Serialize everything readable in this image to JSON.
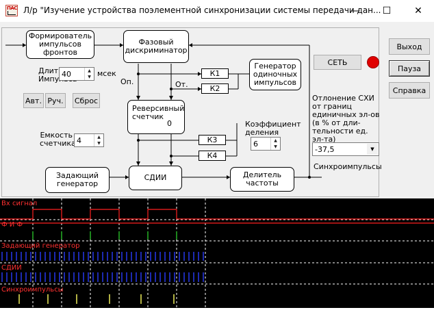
{
  "window": {
    "title": "Л/р  \"Изучение устройства поэлементной синхронизации системы передачи дан...",
    "icon": "app-icon",
    "minimize_glyph": "—",
    "maximize_glyph": "☐",
    "close_glyph": "✕"
  },
  "blocks": {
    "shaper": "Формирователь импульсов фронтов",
    "phase_disc": "Фазовый дискриминатор",
    "generator_single": "Генератор одиночных импульсов",
    "reversible_counter": "Реверсивный счетчик",
    "counter_value": "0",
    "master_gen": "Задающий генератор",
    "sdii": "СДИИ",
    "freq_divider": "Делитель частоты"
  },
  "keys": {
    "k1": "К1",
    "k2": "К2",
    "k3": "К3",
    "k4": "К4"
  },
  "labels": {
    "op_left": "Оп.",
    "ot_right": "От.",
    "sync_pulses": "Синхроимпульсы",
    "deviation": "Отлонение СХИ от границ единичных эл-ов (в % от дли-тельности  ед. эл-та)",
    "coef_div": "Коэффициент деления",
    "pulse_dur": "Длит. Импульса",
    "msec": "мсек",
    "capacity": "Емкость счетчика"
  },
  "inputs": {
    "pulse_duration": "40",
    "counter_capacity": "4",
    "division_coef": "6",
    "deviation_value": "-37,5"
  },
  "buttons": {
    "auto": "Авт.",
    "manual": "Руч.",
    "reset": "Сброс",
    "network": "СЕТЬ",
    "exit": "Выход",
    "pause": "Пауза",
    "help": "Справка"
  },
  "colors": {
    "led": "#e00000",
    "scope_bg": "#000000",
    "signal_red": "#ff2020",
    "signal_blue": "#2a3cff",
    "signal_yellow": "#ffff60",
    "grid": "#ffffff"
  },
  "scope": {
    "labels": [
      "Вх сигнал",
      "Ф И Ф",
      "Задающий генератор",
      "СДИИ",
      "Синхроимпульсы"
    ]
  }
}
